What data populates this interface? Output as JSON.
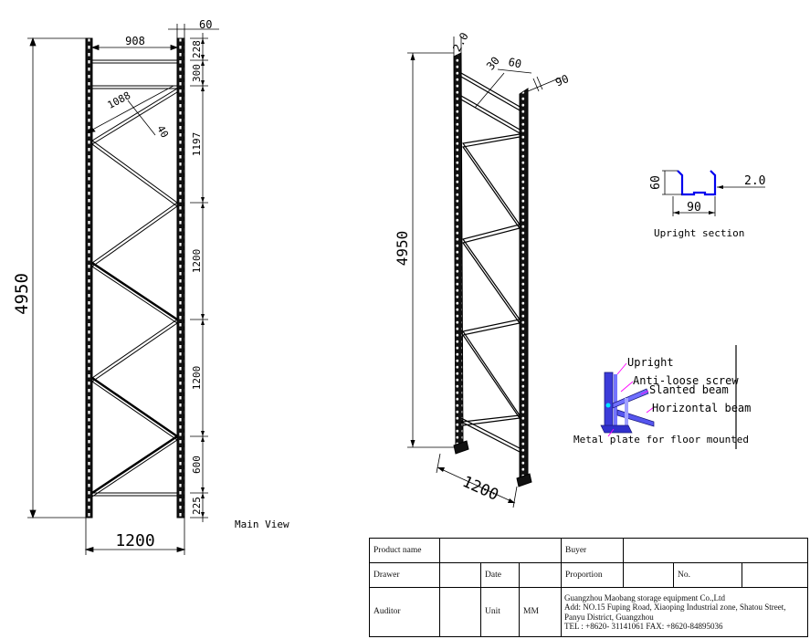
{
  "main_view": {
    "caption": "Main View",
    "dims": {
      "overall_height": "4950",
      "width_bottom": "1200",
      "inner_width": "908",
      "post_width": "60",
      "diag": "1088",
      "diag_gap": "40",
      "v228": "228",
      "v300": "300",
      "v1197": "1197",
      "v1200a": "1200",
      "v1200b": "1200",
      "v600": "600",
      "v225": "225"
    }
  },
  "iso_view": {
    "dims": {
      "thickness": "2.0",
      "d30": "30",
      "d60": "60",
      "d90": "90",
      "height": "4950",
      "depth": "1200"
    }
  },
  "section": {
    "caption": "Upright section",
    "dims": {
      "h60": "60",
      "w90": "90",
      "t": "2.0"
    }
  },
  "detail": {
    "labels": {
      "upright": "Upright",
      "screw": "Anti-loose screw",
      "slanted": "Slanted beam",
      "horizontal": "Horizontal beam",
      "plate": "Metal plate for floor mounted"
    }
  },
  "title_block": {
    "product_name": "Product name",
    "buyer": "Buyer",
    "drawer": "Drawer",
    "date": "Date",
    "proportion": "Proportion",
    "no": "No.",
    "auditor": "Auditor",
    "unit": "Unit",
    "unit_value": "MM",
    "company": "Guangzhou Maobang storage equipment Co.,Ltd",
    "address1": "Add: NO.15 Fuping Road, Xiaoping Industrial zone, Shatou Street,",
    "address2": "Panyu District, Guangzhou",
    "tel": "TEL : +8620- 31141061  FAX: +8620-84895036"
  }
}
